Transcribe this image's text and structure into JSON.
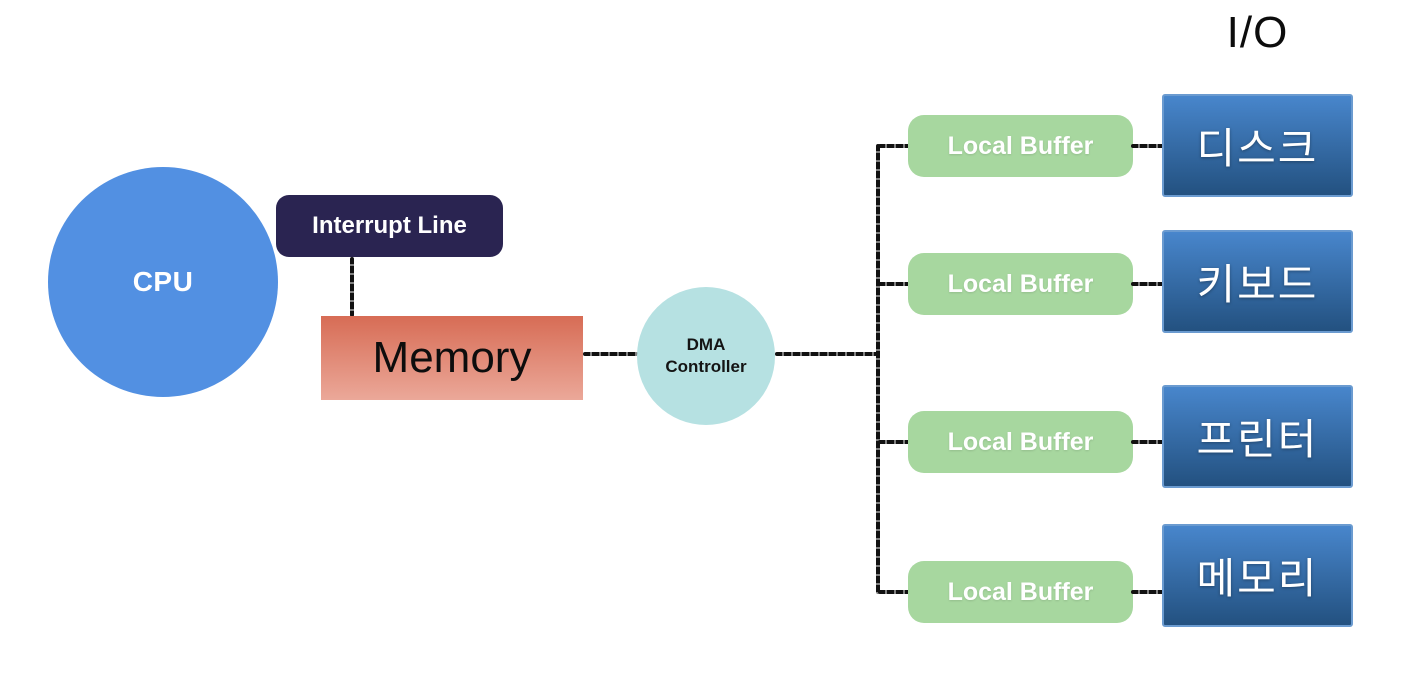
{
  "diagram": {
    "io_column_label": "I/O",
    "nodes": {
      "cpu": {
        "label": "CPU",
        "shape": "circle"
      },
      "interrupt": {
        "label": "Interrupt Line",
        "shape": "rounded-rect"
      },
      "memory": {
        "label": "Memory",
        "shape": "rect"
      },
      "dma": {
        "label_line1": "DMA",
        "label_line2": "Controller",
        "shape": "circle"
      }
    },
    "rows": [
      {
        "buffer_label": "Local Buffer",
        "device_label": "디스크"
      },
      {
        "buffer_label": "Local Buffer",
        "device_label": "키보드"
      },
      {
        "buffer_label": "Local Buffer",
        "device_label": "프린터"
      },
      {
        "buffer_label": "Local Buffer",
        "device_label": "메모리"
      }
    ],
    "connections": [
      "interrupt-line to memory",
      "memory to dma-controller",
      "dma-controller to trunk",
      "trunk to local-buffer-1",
      "trunk to local-buffer-2",
      "trunk to local-buffer-3",
      "trunk to local-buffer-4",
      "local-buffer-1 to device-disk",
      "local-buffer-2 to device-keyboard",
      "local-buffer-3 to device-printer",
      "local-buffer-4 to device-memory"
    ],
    "colors": {
      "cpu_fill": "#5290e2",
      "interrupt_fill": "#2a2451",
      "memory_gradient_top": "#d76c55",
      "memory_gradient_bottom": "#eba899",
      "dma_fill": "#b6e1e2",
      "buffer_fill": "#a7d79f",
      "device_gradient_top": "#4886cc",
      "device_gradient_bottom": "#235180",
      "line_color": "#111111",
      "background": "#ffffff"
    }
  }
}
